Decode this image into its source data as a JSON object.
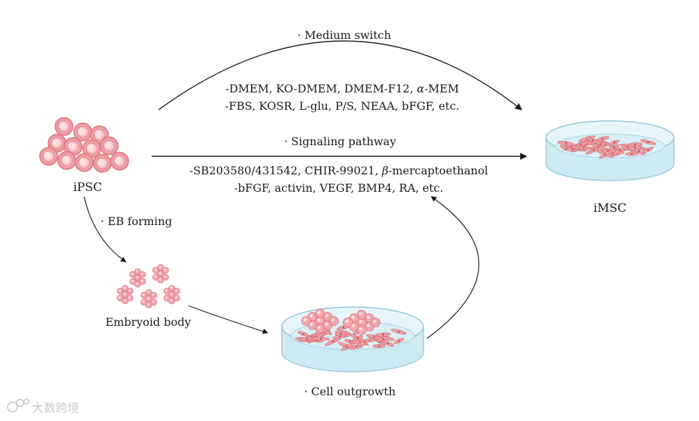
{
  "labels": {
    "medium_switch": "· Medium switch",
    "medium_line1_pre": "-DMEM, KO-DMEM, DMEM-F12, ",
    "medium_line1_greek": "α",
    "medium_line1_post": "-MEM",
    "medium_line2": "-FBS, KOSR, L-glu, P/S, NEAA, bFGF, etc.",
    "signaling_pathway": "· Signaling pathway",
    "signal_line1_pre": "-SB203580/431542, CHIR-99021, ",
    "signal_line1_greek": "β",
    "signal_line1_post": "-mercaptoethanol",
    "signal_line2": "-bFGF, activin, VEGF, BMP4, RA, etc.",
    "ipsc": "iPSC",
    "imsc": "iMSC",
    "eb_forming": "· EB forming",
    "embryoid_body": "Embryoid body",
    "cell_outgrowth": "· Cell outgrowth"
  },
  "watermark": "大数跨境",
  "colors": {
    "cell_fill": "#f3a7ad",
    "cell_stroke": "#d9707a",
    "cell_core": "#fbe1e3",
    "dish_wall": "#bfe3ef",
    "dish_liquid": "#d9eff6",
    "dish_edge": "#8fc4d6",
    "arrow": "#1a1a1a"
  },
  "icons": {
    "ipsc": "ipsc-cell-cluster-icon",
    "embryoid": "embryoid-body-icon",
    "imsc_dish": "petri-dish-imsc-icon",
    "outgrowth_dish": "petri-dish-outgrowth-icon",
    "watermark_logo": "watermark-logo-icon"
  }
}
